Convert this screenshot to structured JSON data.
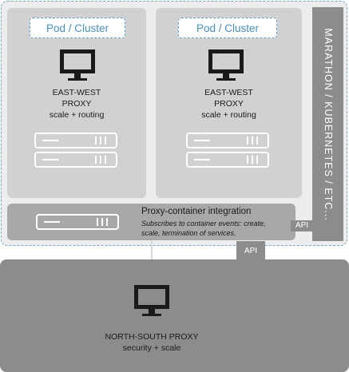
{
  "pods": [
    {
      "label": "Pod / Cluster",
      "proxy_name": "EAST-WEST",
      "proxy_word": "PROXY",
      "proxy_role": "scale + routing"
    },
    {
      "label": "Pod / Cluster",
      "proxy_name": "EAST-WEST",
      "proxy_word": "PROXY",
      "proxy_role": "scale + routing"
    }
  ],
  "orchestrator": {
    "label": "MARATHON / KUBERNETES / ETC..."
  },
  "integration": {
    "title": "Proxy-container integration",
    "description_line1": "Subscribes to container events: create,",
    "description_line2": "scale, termination of services."
  },
  "api_tags": {
    "orchestrator_api": "API",
    "north_south_api": "API"
  },
  "north_south": {
    "name": "NORTH-SOUTH PROXY",
    "role": "security + scale"
  },
  "colors": {
    "dashed_border": "#7aaad3",
    "pod_background": "#d1d1d1",
    "pod_label_text": "#4a90c8",
    "dark_gray": "#8c8c8c",
    "integration_background": "#a8a8a8"
  },
  "icons": [
    "monitor-icon",
    "server-rack-icon"
  ]
}
